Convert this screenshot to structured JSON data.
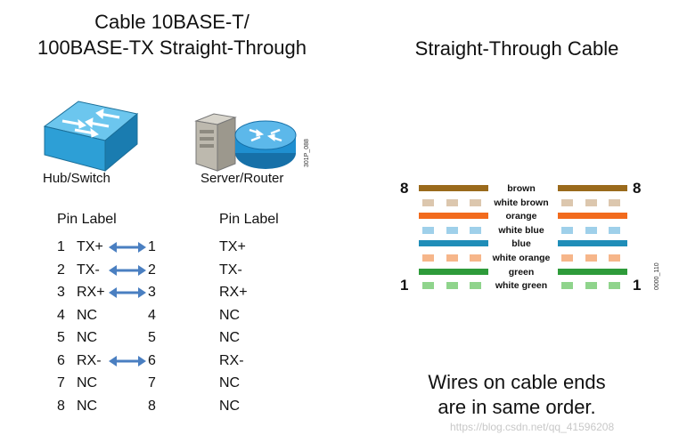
{
  "left_title": {
    "line1": "Cable 10BASE-T/",
    "line2": "100BASE-TX Straight-Through"
  },
  "right_title": "Straight-Through Cable",
  "devices": {
    "left": {
      "label": "Hub/Switch",
      "icon": "switch-icon"
    },
    "right": {
      "label": "Server/Router",
      "icon": "server-router-icon"
    }
  },
  "figure_code_left": "301P_088",
  "figure_code_right": "0000_110",
  "pin_table": {
    "left_header": "Pin Label",
    "right_header": "Pin Label",
    "rows": [
      {
        "left_pin": "1",
        "left_label": "TX+",
        "arrow": true,
        "right_pin": "1",
        "right_label": "TX+"
      },
      {
        "left_pin": "2",
        "left_label": "TX-",
        "arrow": true,
        "right_pin": "2",
        "right_label": "TX-"
      },
      {
        "left_pin": "3",
        "left_label": "RX+",
        "arrow": true,
        "right_pin": "3",
        "right_label": "RX+"
      },
      {
        "left_pin": "4",
        "left_label": "NC",
        "arrow": false,
        "right_pin": "4",
        "right_label": "NC"
      },
      {
        "left_pin": "5",
        "left_label": "NC",
        "arrow": false,
        "right_pin": "5",
        "right_label": "NC"
      },
      {
        "left_pin": "6",
        "left_label": "RX-",
        "arrow": true,
        "right_pin": "6",
        "right_label": "RX-"
      },
      {
        "left_pin": "7",
        "left_label": "NC",
        "arrow": false,
        "right_pin": "7",
        "right_label": "NC"
      },
      {
        "left_pin": "8",
        "left_label": "NC",
        "arrow": false,
        "right_pin": "8",
        "right_label": "NC"
      }
    ]
  },
  "cable": {
    "top_number": "8",
    "bottom_number": "1",
    "wires": [
      {
        "name": "brown",
        "color": "#9a6a1c",
        "striped": false
      },
      {
        "name": "white brown",
        "color": "#dcc7ae",
        "striped": true
      },
      {
        "name": "orange",
        "color": "#f26b1d",
        "striped": false
      },
      {
        "name": "white blue",
        "color": "#9fd0ea",
        "striped": true
      },
      {
        "name": "blue",
        "color": "#1f8db8",
        "striped": false
      },
      {
        "name": "white orange",
        "color": "#f6b68a",
        "striped": true
      },
      {
        "name": "green",
        "color": "#2e9b3a",
        "striped": false
      },
      {
        "name": "white green",
        "color": "#8fd48c",
        "striped": true
      }
    ]
  },
  "footer": {
    "line1": "Wires on cable ends",
    "line2": "are in same order."
  },
  "watermark": "https://blog.csdn.net/qq_41596208",
  "colors": {
    "arrow": "#4a7fc1",
    "switch_blue": "#2d9fd6",
    "router_blue": "#1f8fd0"
  }
}
